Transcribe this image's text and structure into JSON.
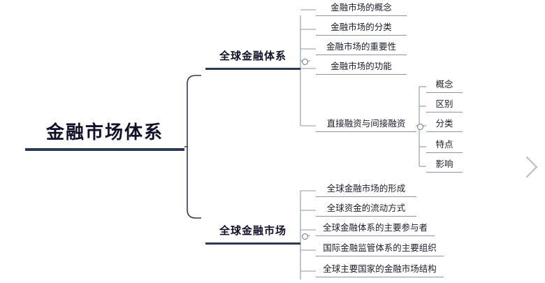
{
  "diagram": {
    "type": "mindmap",
    "root": {
      "label": "金融市场体系"
    },
    "branches": [
      {
        "id": "b1",
        "label": "全球金融体系",
        "collapse_icon": "circle-node-icon",
        "children": [
          {
            "label": "金融市场的概念"
          },
          {
            "label": "金融市场的分类"
          },
          {
            "label": "金融市场的重要性"
          },
          {
            "label": "金融市场的功能"
          },
          {
            "label": "直接融资与间接融资",
            "collapse_icon": "circle-node-icon",
            "children": [
              {
                "label": "概念"
              },
              {
                "label": "区别"
              },
              {
                "label": "分类"
              },
              {
                "label": "特点"
              },
              {
                "label": "影响"
              }
            ]
          }
        ]
      },
      {
        "id": "b2",
        "label": "全球金融市场",
        "collapse_icon": "circle-node-icon",
        "children": [
          {
            "label": "全球金融市场的形成"
          },
          {
            "label": "全球资金的流动方式"
          },
          {
            "label": "全球金融体系的主要参与者"
          },
          {
            "label": "国际金融监管体系的主要组织"
          },
          {
            "label": "全球主要国家的金融市场结构"
          }
        ]
      }
    ],
    "next_arrow": {
      "icon": "chevron-right-icon"
    },
    "colors": {
      "root_bar": "#2b3a55",
      "branch_bar": "#2b3a55",
      "leaf_rule": "#8c98ab",
      "connector": "#2b3a55",
      "text": "#1d1d2b",
      "arrow": "#b9bec7",
      "background": "#ffffff"
    }
  }
}
